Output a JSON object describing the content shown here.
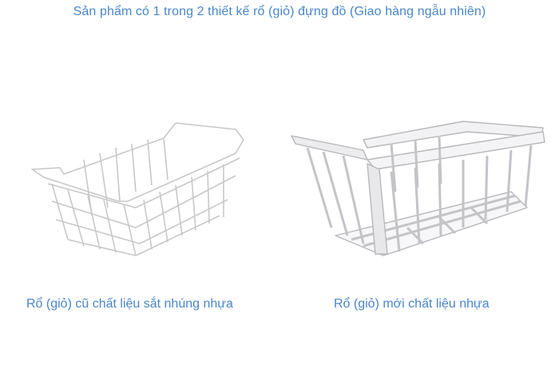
{
  "header": {
    "title": "Sản phẩm có 1 trong 2 thiết kế rổ (giỏ) đựng đồ (Giao hàng ngẫu nhiên)"
  },
  "products": [
    {
      "image": "wire-basket-icon",
      "caption": "Rổ (giỏ) cũ chất liệu sắt nhúng nhựa"
    },
    {
      "image": "plastic-basket-icon",
      "caption": "Rổ (giỏ) mới chất liệu nhựa"
    }
  ],
  "colors": {
    "text": "#4a86c8",
    "background": "#ffffff"
  }
}
